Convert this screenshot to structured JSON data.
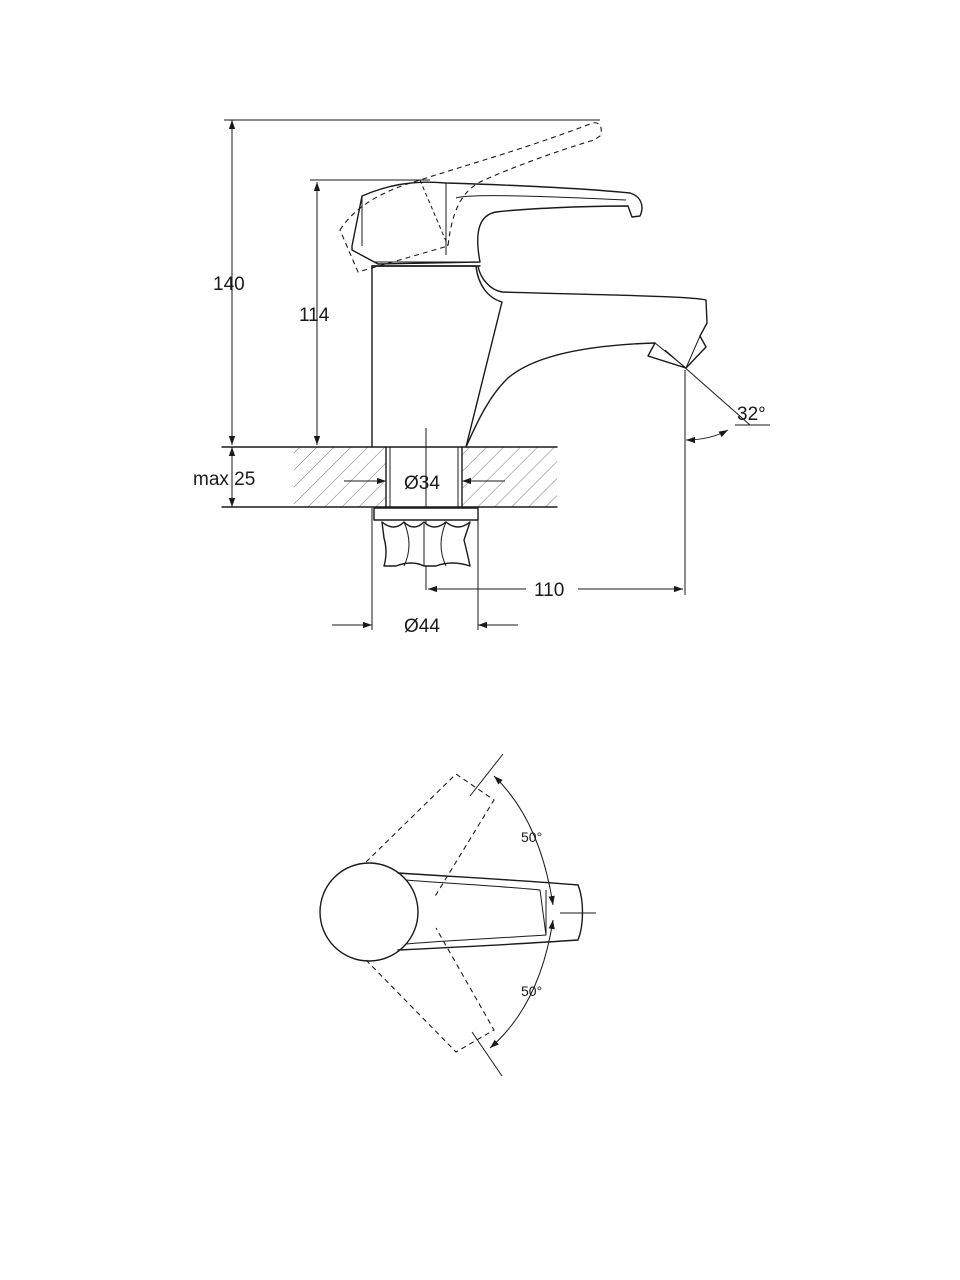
{
  "side_view": {
    "dim_total_height": "140",
    "dim_spout_height": "114",
    "dim_max_thickness": "max 25",
    "dim_hole_diameter": "Ø34",
    "dim_base_diameter": "Ø44",
    "dim_projection": "110",
    "dim_spout_angle": "32°"
  },
  "top_view": {
    "angle_upper": "50°",
    "angle_lower": "50°"
  }
}
